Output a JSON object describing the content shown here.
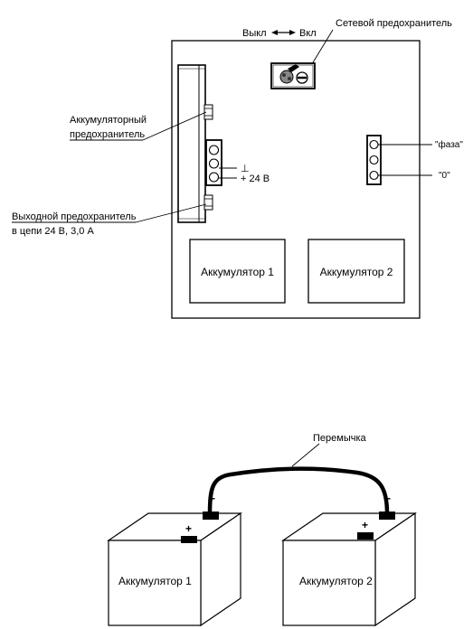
{
  "panel": {
    "switch_off": "Выкл",
    "switch_on": "Вкл",
    "mains_fuse": "Сетевой предохранитель",
    "battery_fuse_line1": "Аккумуляторный",
    "battery_fuse_line2": "предохранитель",
    "output_fuse_line1": "Выходной предохранитель",
    "output_fuse_line2": "в цепи 24 В, 3,0 А",
    "ground_symbol": "⊥",
    "plus_24": "+ 24 В",
    "phase": "\"фаза\"",
    "zero": "\"0\"",
    "battery1": "Аккумулятор 1",
    "battery2": "Аккумулятор 2"
  },
  "wiring": {
    "jumper": "Перемычка",
    "minus": "-",
    "plus": "+",
    "battery1": "Аккумулятор 1",
    "battery2": "Аккумулятор 2"
  }
}
